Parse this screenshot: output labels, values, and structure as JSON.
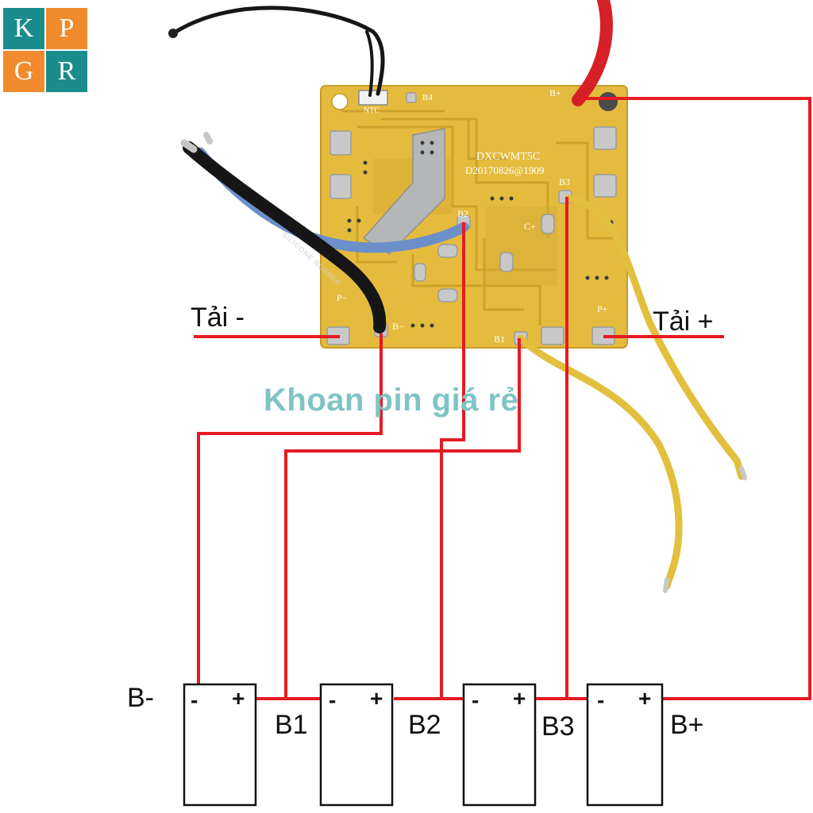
{
  "logo": {
    "letters": [
      "K",
      "P",
      "G",
      "R"
    ],
    "colors": {
      "teal": "#1b8c8c",
      "orange": "#f08a2c"
    }
  },
  "watermark": "Khoan pin giá rẻ",
  "board": {
    "model": "DXCWMT5C",
    "date_code": "D20170826@1909",
    "pads": {
      "ntc": "NTC",
      "b4": "B4",
      "bplus": "B+",
      "b3": "B3",
      "b2": "B2",
      "cplus": "C+",
      "pminus": "P−",
      "bminus": "B−",
      "b1": "B1",
      "pplus": "P+"
    },
    "cable_print": "SILICONE RUBBER",
    "colors": {
      "pcb": "#e5bb3e",
      "trace": "#c99a24",
      "pad": "#c8c8c8"
    }
  },
  "labels": {
    "load_minus": "Tải -",
    "load_plus": "Tải +"
  },
  "cells": [
    {
      "minus": "-",
      "plus": "+"
    },
    {
      "minus": "-",
      "plus": "+"
    },
    {
      "minus": "-",
      "plus": "+"
    },
    {
      "minus": "-",
      "plus": "+"
    }
  ],
  "nodes": {
    "b_minus": "B-",
    "b1": "B1",
    "b2": "B2",
    "b3": "B3",
    "b_plus": "B+"
  },
  "colors": {
    "wire_diagram": "#e51b24",
    "wire_red": "#d62027",
    "wire_yellow": "#e2bf3c",
    "wire_blue": "#6b8fc9",
    "wire_black": "#161616"
  }
}
